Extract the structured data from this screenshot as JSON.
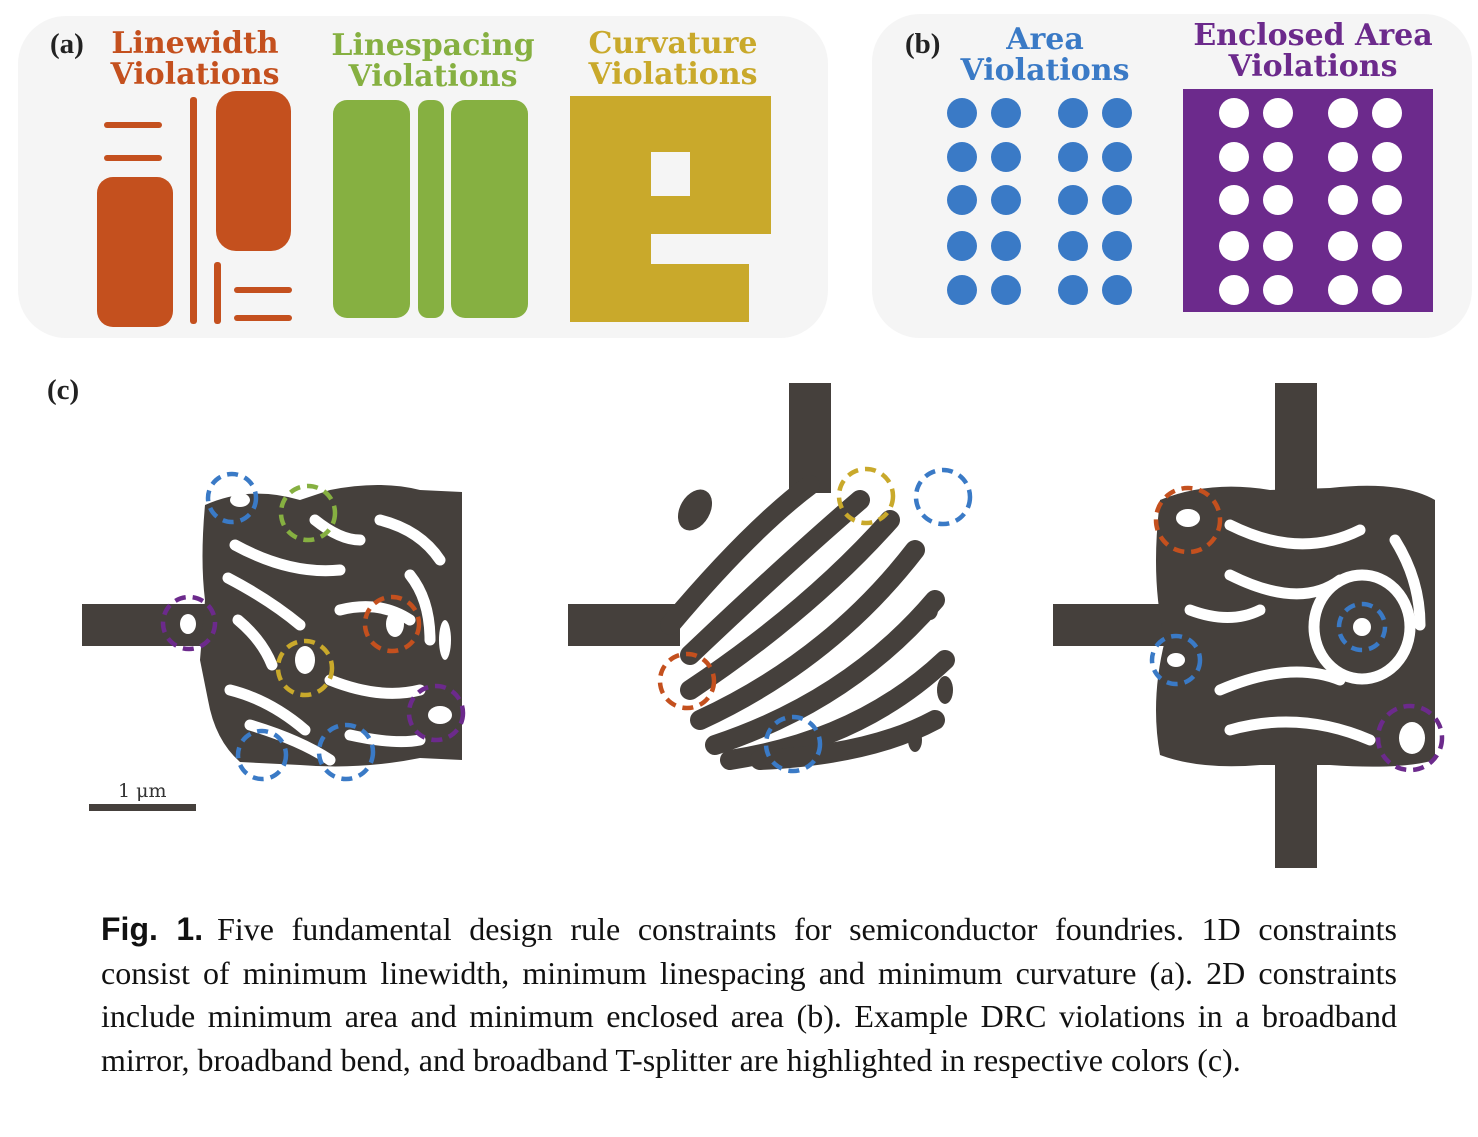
{
  "panel_a": {
    "label": "(a)",
    "titles": [
      {
        "line1": "Linewidth",
        "line2": "Violations",
        "color": "#c4501e"
      },
      {
        "line1": "Linespacing",
        "line2": "Violations",
        "color": "#86b041"
      },
      {
        "line1": "Curvature",
        "line2": "Violations",
        "color": "#c9a92b"
      }
    ]
  },
  "panel_b": {
    "label": "(b)",
    "titles": [
      {
        "line1": "Area",
        "line2": "Violations",
        "color": "#3a7ac6"
      },
      {
        "line1": "Enclosed Area",
        "line2": "Violations",
        "color": "#6c2a8c"
      }
    ]
  },
  "panel_c": {
    "label": "(c)",
    "scale_bar": "1 μm",
    "device_color": "#45403c"
  },
  "caption": {
    "fig": "Fig. 1.",
    "text": "Five fundamental design rule constraints for semiconductor foundries. 1D constraints consist of minimum linewidth, minimum linespacing and minimum curvature (a). 2D constraints include minimum area and minimum enclosed area (b). Example DRC violations in a broadband mirror, broadband bend, and broadband T-splitter are highlighted in respective colors (c)."
  }
}
